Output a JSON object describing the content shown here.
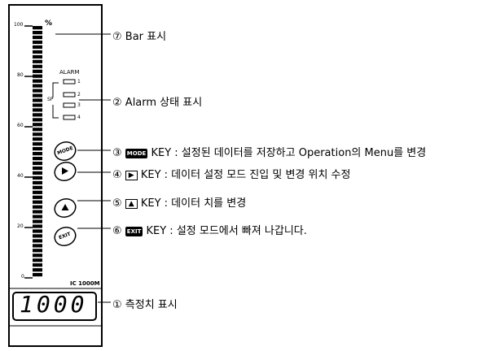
{
  "panel": {
    "scale": [
      "100",
      "80",
      "60",
      "40",
      "20",
      "0"
    ],
    "percent_sign": "%",
    "alarm_title": "ALARM",
    "sp_label": "SP",
    "alarm_indicators": [
      "1",
      "2",
      "3",
      "4"
    ],
    "buttons": {
      "mode": "MODE",
      "exit": "EXIT"
    },
    "model": "IC 1000M",
    "display_value": "1000"
  },
  "callouts": [
    {
      "num": "⑦",
      "text": "Bar 표시"
    },
    {
      "num": "②",
      "text": "Alarm 상태 표시"
    },
    {
      "num": "③",
      "key": "MODE",
      "text": "KEY : 설정된 데이터를 저장하고 Operation의 Menu를 변경"
    },
    {
      "num": "④",
      "key": "▶",
      "text": "KEY : 데이터 설정 모드 진입 및 변경 위치 수정"
    },
    {
      "num": "⑤",
      "key": "▲",
      "text": "KEY : 데이터 치를 변경"
    },
    {
      "num": "⑥",
      "key": "EXIT",
      "text": "KEY : 설정 모드에서 빠져 나갑니다."
    },
    {
      "num": "①",
      "text": "측정치 표시"
    }
  ]
}
